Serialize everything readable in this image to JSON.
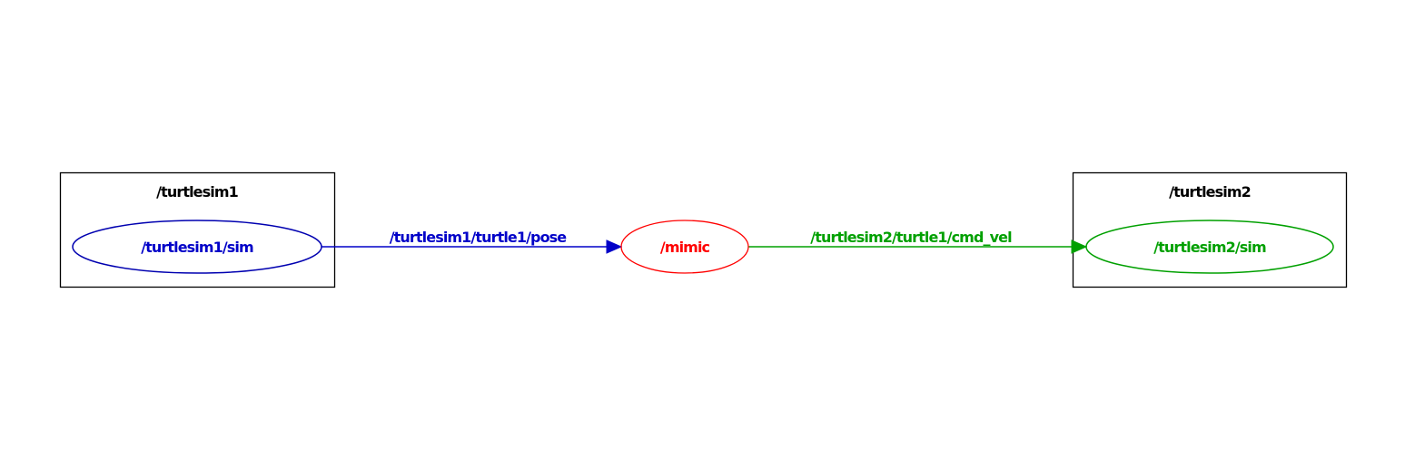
{
  "graph": {
    "namespaces": [
      {
        "label": "/turtlesim1"
      },
      {
        "label": "/turtlesim2"
      }
    ],
    "nodes": [
      {
        "label": "/turtlesim1/sim"
      },
      {
        "label": "/mimic"
      },
      {
        "label": "/turtlesim2/sim"
      }
    ],
    "topics": [
      {
        "label": "/turtlesim1/turtle1/pose"
      },
      {
        "label": "/turtlesim2/turtle1/cmd_vel"
      }
    ]
  },
  "colors": {
    "blue": "#0000c8",
    "red": "#ff0000",
    "green": "#00a000",
    "black": "#000000"
  }
}
